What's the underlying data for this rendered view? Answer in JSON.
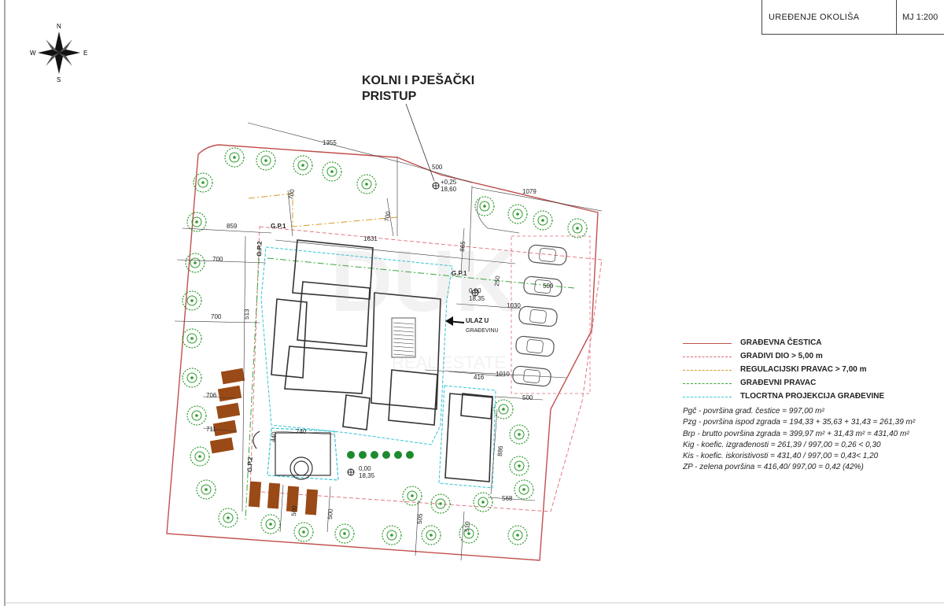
{
  "title_block": {
    "title": "UREĐENJE OKOLIŠA",
    "scale": "MJ 1:200"
  },
  "compass": {
    "n": "N",
    "s": "S",
    "e": "E",
    "w": "W"
  },
  "access_label": {
    "line1": "KOLNI I PJEŠAČKI",
    "line2": "PRISTUP"
  },
  "entrance_label": {
    "line1": "ULAZ U",
    "line2": "GRAĐEVINU"
  },
  "plot_labels": {
    "gp1a": "G.P.1",
    "gp1b": "G.P.1",
    "gp2a": "G.P.2",
    "gp2b": "G.P.2"
  },
  "elevations": {
    "access": {
      "delta": "+0,25",
      "abs": "18,60"
    },
    "entrance": {
      "delta": "0,00",
      "abs": "18,35"
    },
    "pool": {
      "delta": "0,00",
      "abs": "18,35"
    }
  },
  "dimensions": {
    "d1355": "1355",
    "d500a": "500",
    "d1079": "1079",
    "d700a": "700",
    "d700b": "700",
    "d859": "859",
    "d1631": "1631",
    "d865": "865",
    "d700c": "700",
    "d250": "250",
    "d500b": "500",
    "d1030": "1030",
    "d700d": "700",
    "d513": "513",
    "d416": "416",
    "d1010": "1010",
    "d500c": "500",
    "d706": "706",
    "d711": "711",
    "d440": "440",
    "d740": "740",
    "d886": "886",
    "d568": "568",
    "d505": "505",
    "d510": "510",
    "d500d": "500",
    "d500e": "500"
  },
  "legend": [
    {
      "label": "GRAĐEVNA ČESTICA",
      "color": "#c0504d",
      "style": "solid"
    },
    {
      "label": "GRADIVI DIO > 5,00 m",
      "color": "#e06a7a",
      "style": "dashed"
    },
    {
      "label": "REGULACIJSKI PRAVAC > 7,00 m",
      "color": "#d99a2b",
      "style": "dashdot"
    },
    {
      "label": "GRAĐEVNI PRAVAC",
      "color": "#3aa63a",
      "style": "dashdot"
    },
    {
      "label": "TLOCRTNA PROJEKCIJA GRAĐEVINE",
      "color": "#35c4d6",
      "style": "dashed"
    }
  ],
  "stats": [
    "Pgč - površina građ. čestice = 997,00 m²",
    "Pzg - površina ispod zgrada = 194,33 + 35,63 + 31,43 = 261,39 m²",
    "Brp - brutto površina zgrada = 399,97 m² + 31,43 m² = 431,40 m²",
    "Kig - koefic. izgrađenosti = 261,39 / 997,00 = 0,26 < 0,30",
    "Kis - koefic. iskoristivosti = 431,40 / 997,00 = 0,43< 1,20",
    "ZP - zelena površina = 416,40/ 997,00 = 0,42 (42%)"
  ],
  "colors": {
    "plot": "#c0504d",
    "green": "#3aa63a",
    "tree": "#2e9a2e",
    "cyan": "#35c4d6",
    "wood": "#9a4a16",
    "car": "#555555"
  }
}
